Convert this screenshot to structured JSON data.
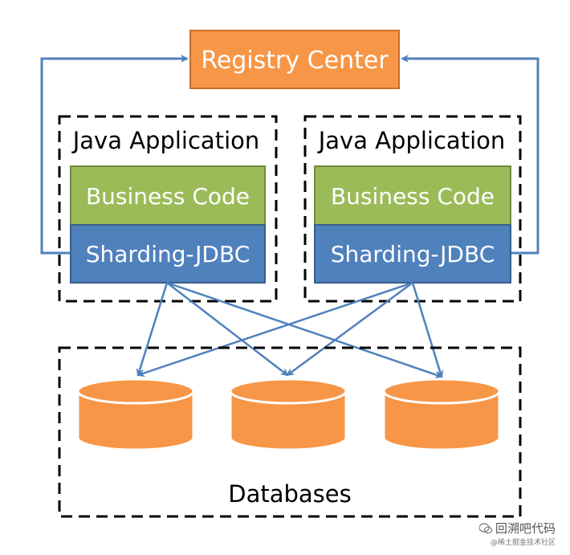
{
  "registry": {
    "label": "Registry Center",
    "fill": "#f79646",
    "stroke": "#c0504d"
  },
  "apps": [
    {
      "title": "Java Application",
      "business": "Business Code",
      "sharding": "Sharding-JDBC"
    },
    {
      "title": "Java Application",
      "business": "Business Code",
      "sharding": "Sharding-JDBC"
    }
  ],
  "databases": {
    "label": "Databases",
    "count": 3,
    "fill": "#f79646"
  },
  "colors": {
    "business": "#9bbb59",
    "sharding": "#4f81bd",
    "arrow": "#4f81bd"
  },
  "watermark": {
    "main": "回溯吧代码",
    "sub": "@稀土掘金技术社区"
  }
}
